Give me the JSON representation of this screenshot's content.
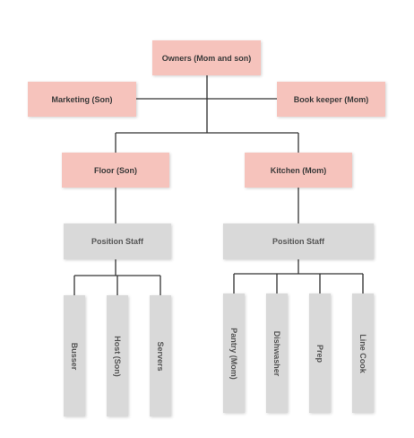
{
  "colors": {
    "pink_box": "#f6c3bc",
    "gray_box": "#d9d9d9",
    "connector": "#333333"
  },
  "owners": "Owners (Mom and son)",
  "marketing": "Marketing (Son)",
  "bookkeeper": "Book keeper (Mom)",
  "floor": "Floor (Son)",
  "kitchen": "Kitchen (Mom)",
  "floor_staff": "Position Staff",
  "kitchen_staff": "Position Staff",
  "floor_positions": [
    "Busser",
    "Host (Son)",
    "Servers"
  ],
  "kitchen_positions": [
    "Pantry (Mom)",
    "Dishwasher",
    "Prep",
    "Line Cook"
  ]
}
